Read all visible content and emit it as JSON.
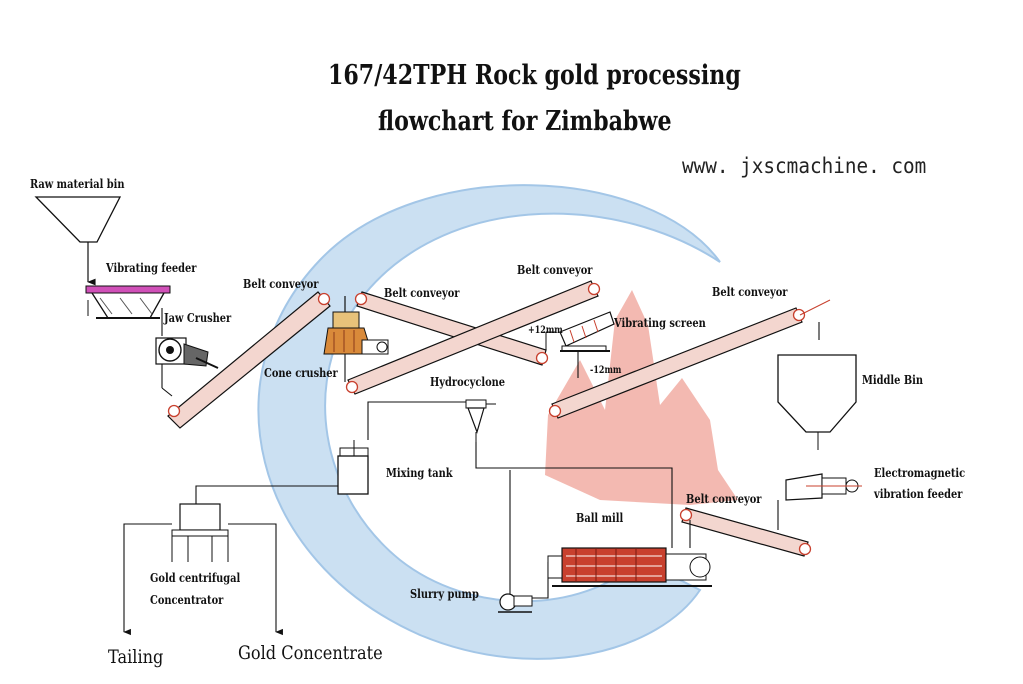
{
  "title_line1": "167/42TPH Rock gold processing",
  "title_line2": "flowchart for Zimbabwe",
  "website": "www. jxscmachine. com",
  "labels": {
    "raw_material_bin": "Raw material bin",
    "vibrating_feeder": "Vibrating feeder",
    "jaw_crusher": "Jaw Crusher",
    "belt_conveyor_1": "Belt conveyor",
    "belt_conveyor_2": "Belt conveyor",
    "belt_conveyor_3": "Belt conveyor",
    "belt_conveyor_4": "Belt conveyor",
    "belt_conveyor_5": "Belt conveyor",
    "cone_crusher": "Cone crusher",
    "vibrating_screen": "Vibrating screen",
    "plus_12mm": "+12mm",
    "minus_12mm": "-12mm",
    "hydrocyclone": "Hydrocyclone",
    "middle_bin": "Middle Bin",
    "mixing_tank": "Mixing tank",
    "electromagnetic_1": "Electromagnetic",
    "electromagnetic_2": "vibration feeder",
    "ball_mill": "Ball mill",
    "gold_centrifugal_1": "Gold centrifugal",
    "gold_centrifugal_2": "Concentrator",
    "slurry_pump": "Slurry pump",
    "tailing": "Tailing",
    "gold_concentrate": "Gold Concentrate"
  },
  "colors": {
    "logo_blue": "#c9dff2",
    "logo_blue_edge": "#9fc4e6",
    "mountain": "#f2b1a8",
    "belt_fill": "#f3d6cf",
    "line": "#111111",
    "machine_red": "#c8402e",
    "feeder_magenta": "#d050b8"
  }
}
